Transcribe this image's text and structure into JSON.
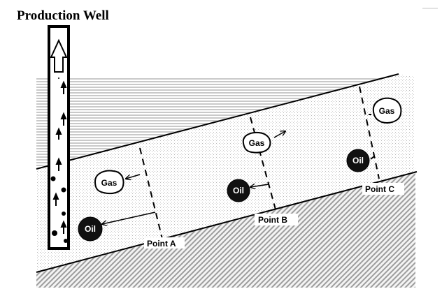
{
  "title": "Production Well",
  "labels": {
    "gas": "Gas",
    "oil": "Oil",
    "point_a": "Point A",
    "point_b": "Point B",
    "point_c": "Point C"
  },
  "colors": {
    "oil_fill": "#111111",
    "gas_fill": "#ffffff",
    "outline": "#000000"
  },
  "icons": [
    "up-arrow-icon",
    "right-arrow-icon",
    "left-arrow-icon"
  ]
}
